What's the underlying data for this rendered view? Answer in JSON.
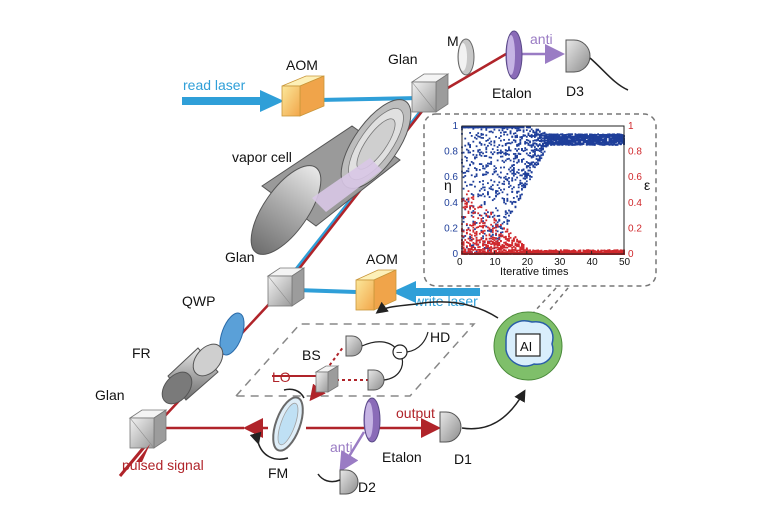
{
  "colors": {
    "red_beam": "#b0242a",
    "blue_beam": "#2f9fd8",
    "purple_beam": "#9a7cc4",
    "dot_blue": "#1f3f9a",
    "dot_red": "#d0282c",
    "ai_green": "#7fbf6a"
  },
  "labels": {
    "read_laser": "read laser",
    "write_laser": "write laser",
    "aom_top": "AOM",
    "aom_bottom": "AOM",
    "glan_top": "Glan",
    "glan_mid": "Glan",
    "glan_bottom": "Glan",
    "m": "M",
    "etalon_top": "Etalon",
    "etalon_bottom": "Etalon",
    "anti_top": "anti",
    "anti_bottom": "anti",
    "d3": "D3",
    "d2": "D2",
    "d1": "D1",
    "vapor_cell": "vapor cell",
    "qwp": "QWP",
    "fr": "FR",
    "bs": "BS",
    "hd": "HD",
    "lo": "LO",
    "minus": "−",
    "output": "output",
    "pulsed_signal": "pulsed signal",
    "fm": "FM",
    "ai": "AI"
  },
  "chart_data": {
    "type": "scatter",
    "xlabel": "Iterative times",
    "ylabel_left": "η",
    "ylabel_right": "ε",
    "xlim": [
      0,
      50
    ],
    "ylim": [
      0,
      1
    ],
    "xticks": [
      "0",
      "10",
      "20",
      "30",
      "40",
      "50"
    ],
    "yticks_left": [
      "0",
      "0.2",
      "0.4",
      "0.6",
      "0.8",
      "1"
    ],
    "yticks_right": [
      "0",
      "0.2",
      "0.4",
      "0.6",
      "0.8",
      "1"
    ],
    "grid": false,
    "series": [
      {
        "axis": "left",
        "color": "#1f3f9a",
        "trend": "eta rises from spread 0–1 toward ~0.9 as iterations increase"
      },
      {
        "axis": "right",
        "color": "#d0282c",
        "trend": "epsilon concentrates near 0 as iterations increase"
      }
    ]
  }
}
